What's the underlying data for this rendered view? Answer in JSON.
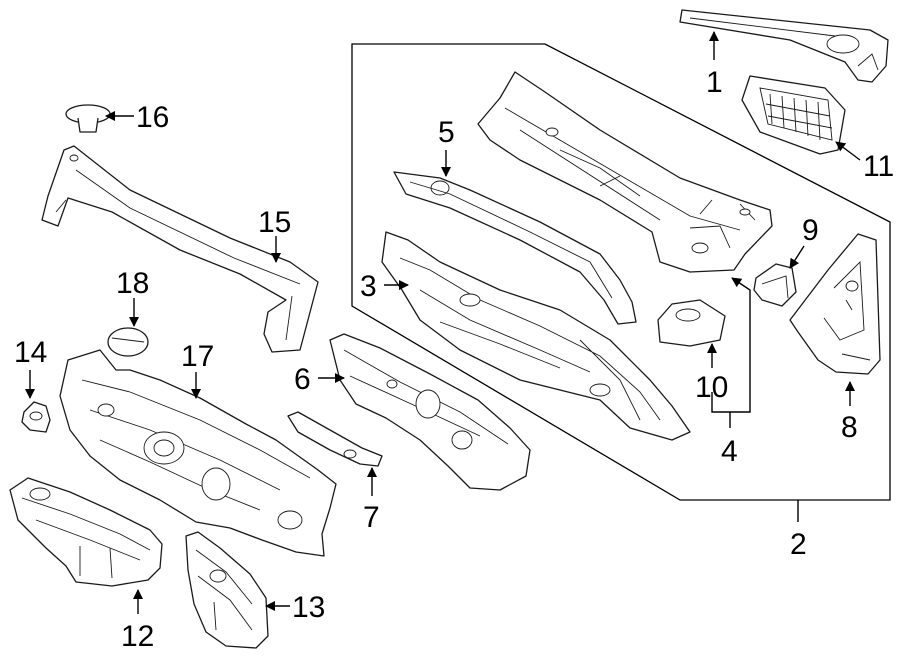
{
  "diagram": {
    "callouts": [
      {
        "id": "c1",
        "text": "1"
      },
      {
        "id": "c2",
        "text": "2"
      },
      {
        "id": "c3",
        "text": "3"
      },
      {
        "id": "c4",
        "text": "4"
      },
      {
        "id": "c5",
        "text": "5"
      },
      {
        "id": "c6",
        "text": "6"
      },
      {
        "id": "c7",
        "text": "7"
      },
      {
        "id": "c8",
        "text": "8"
      },
      {
        "id": "c9",
        "text": "9"
      },
      {
        "id": "c10",
        "text": "10"
      },
      {
        "id": "c11",
        "text": "11"
      },
      {
        "id": "c12",
        "text": "12"
      },
      {
        "id": "c13",
        "text": "13"
      },
      {
        "id": "c14",
        "text": "14"
      },
      {
        "id": "c15",
        "text": "15"
      },
      {
        "id": "c16",
        "text": "16"
      },
      {
        "id": "c17",
        "text": "17"
      },
      {
        "id": "c18",
        "text": "18"
      }
    ]
  }
}
